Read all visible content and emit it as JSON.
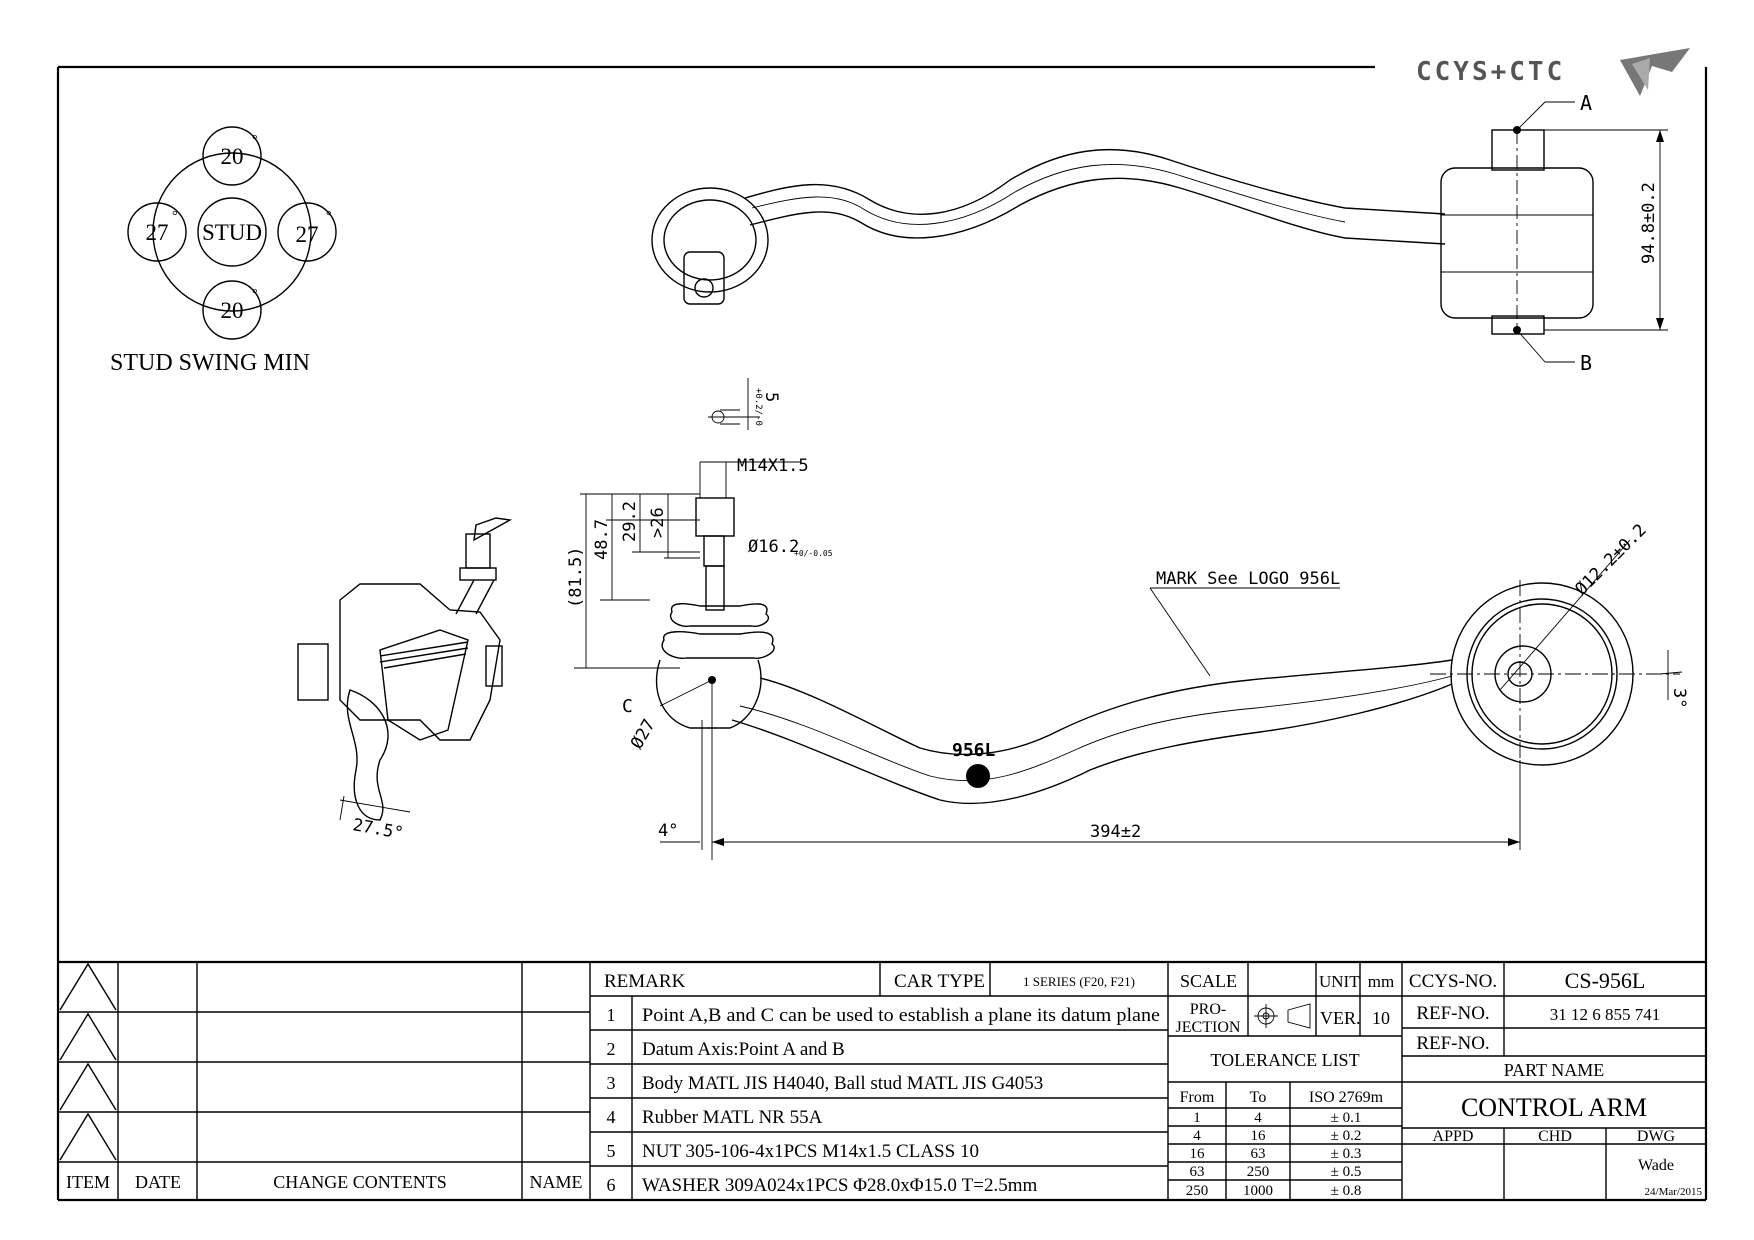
{
  "logo": {
    "text": "CCYS+CTC"
  },
  "stud_swing": {
    "title": "STUD SWING MIN",
    "center": "STUD",
    "top": "20",
    "bottom": "20",
    "left": "27",
    "right": "27",
    "degree": "°"
  },
  "dimensions": {
    "thread_pitch": "5",
    "thread_pitch_tol": "+0.2/-0",
    "thread": "M14X1.5",
    "overall_height": "(81.5)",
    "h1": "48.7",
    "h2": "29.2",
    "h3": ">26",
    "taper_dia": "Ø16.2",
    "taper_tol": "+0/-0.05",
    "mark_note": "MARK See LOGO 956L",
    "bush_dia": "Ø12.2±0.2",
    "angle_right": "3°",
    "point_c": "C",
    "ball_dia": "Ø27",
    "angle_left": "4°",
    "length": "394±2",
    "angle_side": "27.5°",
    "height_right": "94.8±0.2",
    "point_a": "A",
    "point_b": "B",
    "part_mark": "956L"
  },
  "revision_block": {
    "headers": [
      "ITEM",
      "DATE",
      "CHANGE CONTENTS",
      "NAME"
    ]
  },
  "remarks": {
    "header": "REMARK",
    "car_type_label": "CAR TYPE",
    "car_type_value": "1 SERIES (F20, F21)",
    "items": [
      {
        "n": "1",
        "text": "Point A,B and C can be used to establish a plane its datum plane"
      },
      {
        "n": "2",
        "text": "Datum Axis:Point A and B"
      },
      {
        "n": "3",
        "text": "Body MATL JIS H4040, Ball stud MATL JIS G4053"
      },
      {
        "n": "4",
        "text": "Rubber MATL NR 55A"
      },
      {
        "n": "5",
        "text": "NUT 305-106-4x1PCS M14x1.5 CLASS 10"
      },
      {
        "n": "6",
        "text": "WASHER 309A024x1PCS Φ28.0xΦ15.0 T=2.5mm"
      }
    ]
  },
  "scale_block": {
    "scale_label": "SCALE",
    "unit_label": "UNIT",
    "unit_value": "mm",
    "projection_label_1": "PRO-",
    "projection_label_2": "JECTION",
    "ver_label": "VER.",
    "ver_value": "10",
    "tolerance_title": "TOLERANCE LIST",
    "tolerance_headers": [
      "From",
      "To",
      "ISO 2769m"
    ],
    "tolerance_rows": [
      [
        "1",
        "4",
        "± 0.1"
      ],
      [
        "4",
        "16",
        "± 0.2"
      ],
      [
        "16",
        "63",
        "± 0.3"
      ],
      [
        "63",
        "250",
        "± 0.5"
      ],
      [
        "250",
        "1000",
        "± 0.8"
      ]
    ]
  },
  "title_block": {
    "ccys_no_label": "CCYS-NO.",
    "ccys_no_value": "CS-956L",
    "ref_no_label_1": "REF-NO.",
    "ref_no_value_1": "31 12 6 855 741",
    "ref_no_label_2": "REF-NO.",
    "ref_no_value_2": "",
    "part_name_label": "PART NAME",
    "part_name_value": "CONTROL ARM",
    "appd_label": "APPD",
    "chd_label": "CHD",
    "dwg_label": "DWG",
    "dwg_by": "Wade",
    "dwg_date": "24/Mar/2015"
  }
}
